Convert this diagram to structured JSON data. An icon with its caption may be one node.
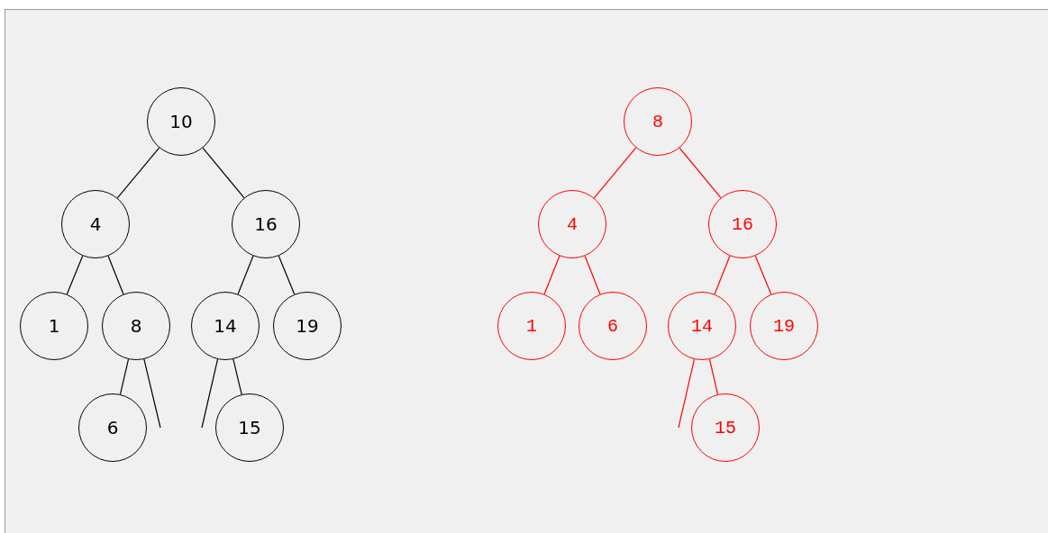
{
  "diagram": {
    "nodes": [
      {
        "text": [
          "10"
        ]
      },
      {
        "text": [
          "4"
        ]
      },
      {
        "text": [
          "16"
        ]
      },
      {
        "text": [
          "1"
        ]
      },
      {
        "text": [
          "8"
        ]
      },
      {
        "text": [
          "14"
        ]
      },
      {
        "text": [
          "19"
        ]
      },
      {
        "text": [
          "6"
        ]
      },
      {
        "text": [
          "15"
        ]
      },
      {
        "text": [
          "8"
        ]
      },
      {
        "text": [
          "4"
        ]
      },
      {
        "text": [
          "16"
        ]
      },
      {
        "text": [
          "1"
        ]
      },
      {
        "text": [
          "6"
        ]
      },
      {
        "text": [
          "14"
        ]
      },
      {
        "text": [
          "19"
        ]
      },
      {
        "text": [
          "15"
        ]
      }
    ],
    "edges": [
      {
        "from": 0,
        "to": 1,
        "arrow": "none"
      },
      {
        "from": 0,
        "to": 2,
        "arrow": "none"
      },
      {
        "from": 1,
        "to": 3,
        "arrow": "none"
      },
      {
        "from": 1,
        "to": 4,
        "arrow": "none"
      },
      {
        "from": 2,
        "to": 5,
        "arrow": "none"
      },
      {
        "from": 2,
        "to": 6,
        "arrow": "none"
      },
      {
        "from": 4,
        "to": 7,
        "arrow": "none"
      },
      {
        "from": 4,
        "to": null,
        "arrow": "none"
      },
      {
        "from": 5,
        "to": null,
        "arrow": "none"
      },
      {
        "from": 5,
        "to": 8,
        "arrow": "none"
      },
      {
        "from": 9,
        "to": 10,
        "arrow": "none",
        "color": "#ff0000"
      },
      {
        "from": 9,
        "to": 11,
        "arrow": "none",
        "color": "#ff0000"
      },
      {
        "from": 10,
        "to": 12,
        "arrow": "none",
        "color": "#ff0000"
      },
      {
        "from": 10,
        "to": 13,
        "arrow": "none",
        "color": "#ff0000"
      },
      {
        "from": 11,
        "to": 14,
        "arrow": "none",
        "color": "#ff0000"
      },
      {
        "from": 11,
        "to": 15,
        "arrow": "none",
        "color": "#ff0000"
      },
      {
        "from": 14,
        "to": null,
        "arrow": "none",
        "color": "#ff0000"
      },
      {
        "from": 14,
        "to": 16,
        "arrow": "none",
        "color": "#ff0000"
      }
    ]
  }
}
